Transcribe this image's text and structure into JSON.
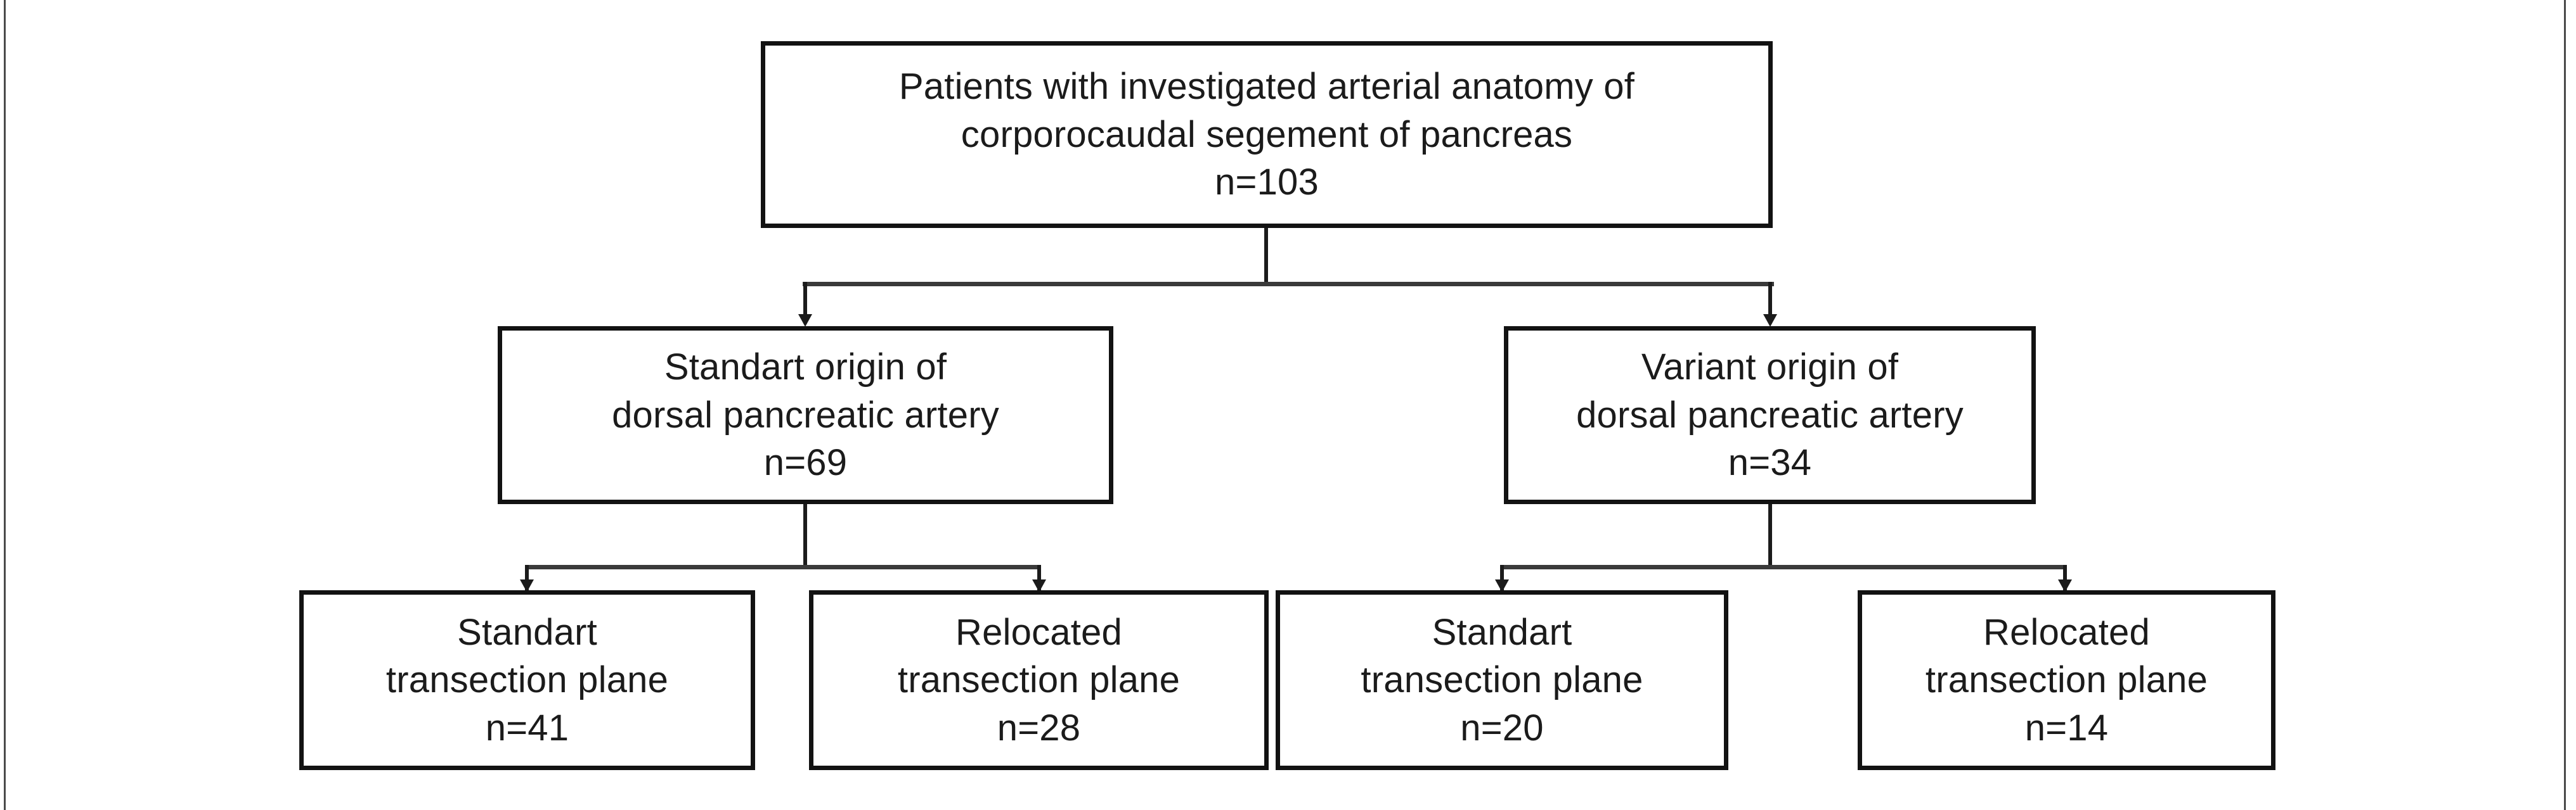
{
  "diagram": {
    "type": "flowchart",
    "title": "Patient allocation flowchart",
    "orientation": "top-down",
    "levels": 3,
    "colors": {
      "box_border": "#121212",
      "connector": "#1b1b1b",
      "background": "#ffffff",
      "text": "#1b1b1b"
    },
    "nodes": {
      "root": {
        "id": "root",
        "lines": [
          "Patients with investigated arterial anatomy of",
          "corporocaudal segement of pancreas",
          "n=103"
        ],
        "label": "Patients with investigated arterial anatomy of corporocaudal segement of pancreas",
        "count_label": "n=103",
        "n": 103
      },
      "standard_origin": {
        "id": "standard-origin",
        "lines": [
          "Standart origin of",
          "dorsal pancreatic artery",
          "n=69"
        ],
        "label": "Standart origin of dorsal pancreatic artery",
        "count_label": "n=69",
        "n": 69
      },
      "variant_origin": {
        "id": "variant-origin",
        "lines": [
          "Variant origin of",
          "dorsal pancreatic artery",
          "n=34"
        ],
        "label": "Variant origin of dorsal pancreatic artery",
        "count_label": "n=34",
        "n": 34
      },
      "standard_origin_standard_plane": {
        "id": "standard-origin-standard-plane",
        "lines": [
          "Standart",
          "transection plane",
          "n=41"
        ],
        "label": "Standart transection plane",
        "count_label": "n=41",
        "n": 41
      },
      "standard_origin_relocated_plane": {
        "id": "standard-origin-relocated-plane",
        "lines": [
          "Relocated",
          "transection plane",
          "n=28"
        ],
        "label": "Relocated transection plane",
        "count_label": "n=28",
        "n": 28
      },
      "variant_origin_standard_plane": {
        "id": "variant-origin-standard-plane",
        "lines": [
          "Standart",
          "transection plane",
          "n=20"
        ],
        "label": "Standart transection plane",
        "count_label": "n=20",
        "n": 20
      },
      "variant_origin_relocated_plane": {
        "id": "variant-origin-relocated-plane",
        "lines": [
          "Relocated",
          "transection plane",
          "n=14"
        ],
        "label": "Relocated transection plane",
        "count_label": "n=14",
        "n": 14
      }
    },
    "edges": [
      {
        "from": "root",
        "to": "standard_origin"
      },
      {
        "from": "root",
        "to": "variant_origin"
      },
      {
        "from": "standard_origin",
        "to": "standard_origin_standard_plane"
      },
      {
        "from": "standard_origin",
        "to": "standard_origin_relocated_plane"
      },
      {
        "from": "variant_origin",
        "to": "variant_origin_standard_plane"
      },
      {
        "from": "variant_origin",
        "to": "variant_origin_relocated_plane"
      }
    ]
  }
}
